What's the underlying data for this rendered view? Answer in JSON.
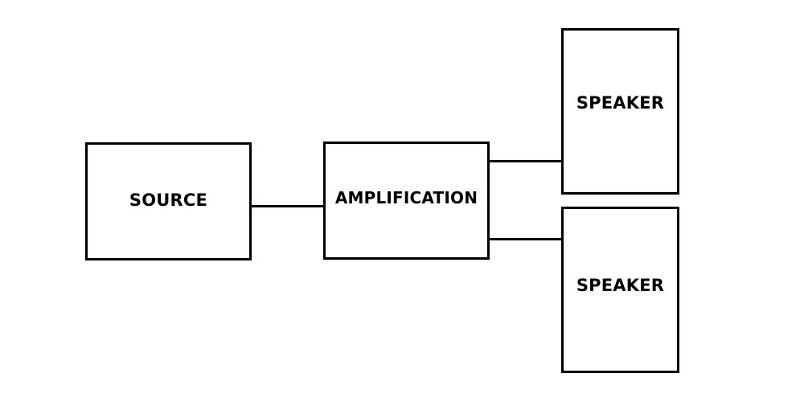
{
  "nodes": {
    "source": {
      "label": "SOURCE"
    },
    "amplification": {
      "label": "AMPLIFICATION"
    },
    "speaker_top": {
      "label": "SPEAKER"
    },
    "speaker_bottom": {
      "label": "SPEAKER"
    }
  },
  "edges": [
    {
      "from": "SOURCE",
      "to": "AMPLIFICATION"
    },
    {
      "from": "AMPLIFICATION",
      "to": "SPEAKER"
    },
    {
      "from": "AMPLIFICATION",
      "to": "SPEAKER"
    }
  ],
  "colors": {
    "stroke": "#000000",
    "background": "#ffffff",
    "text": "#000000"
  }
}
